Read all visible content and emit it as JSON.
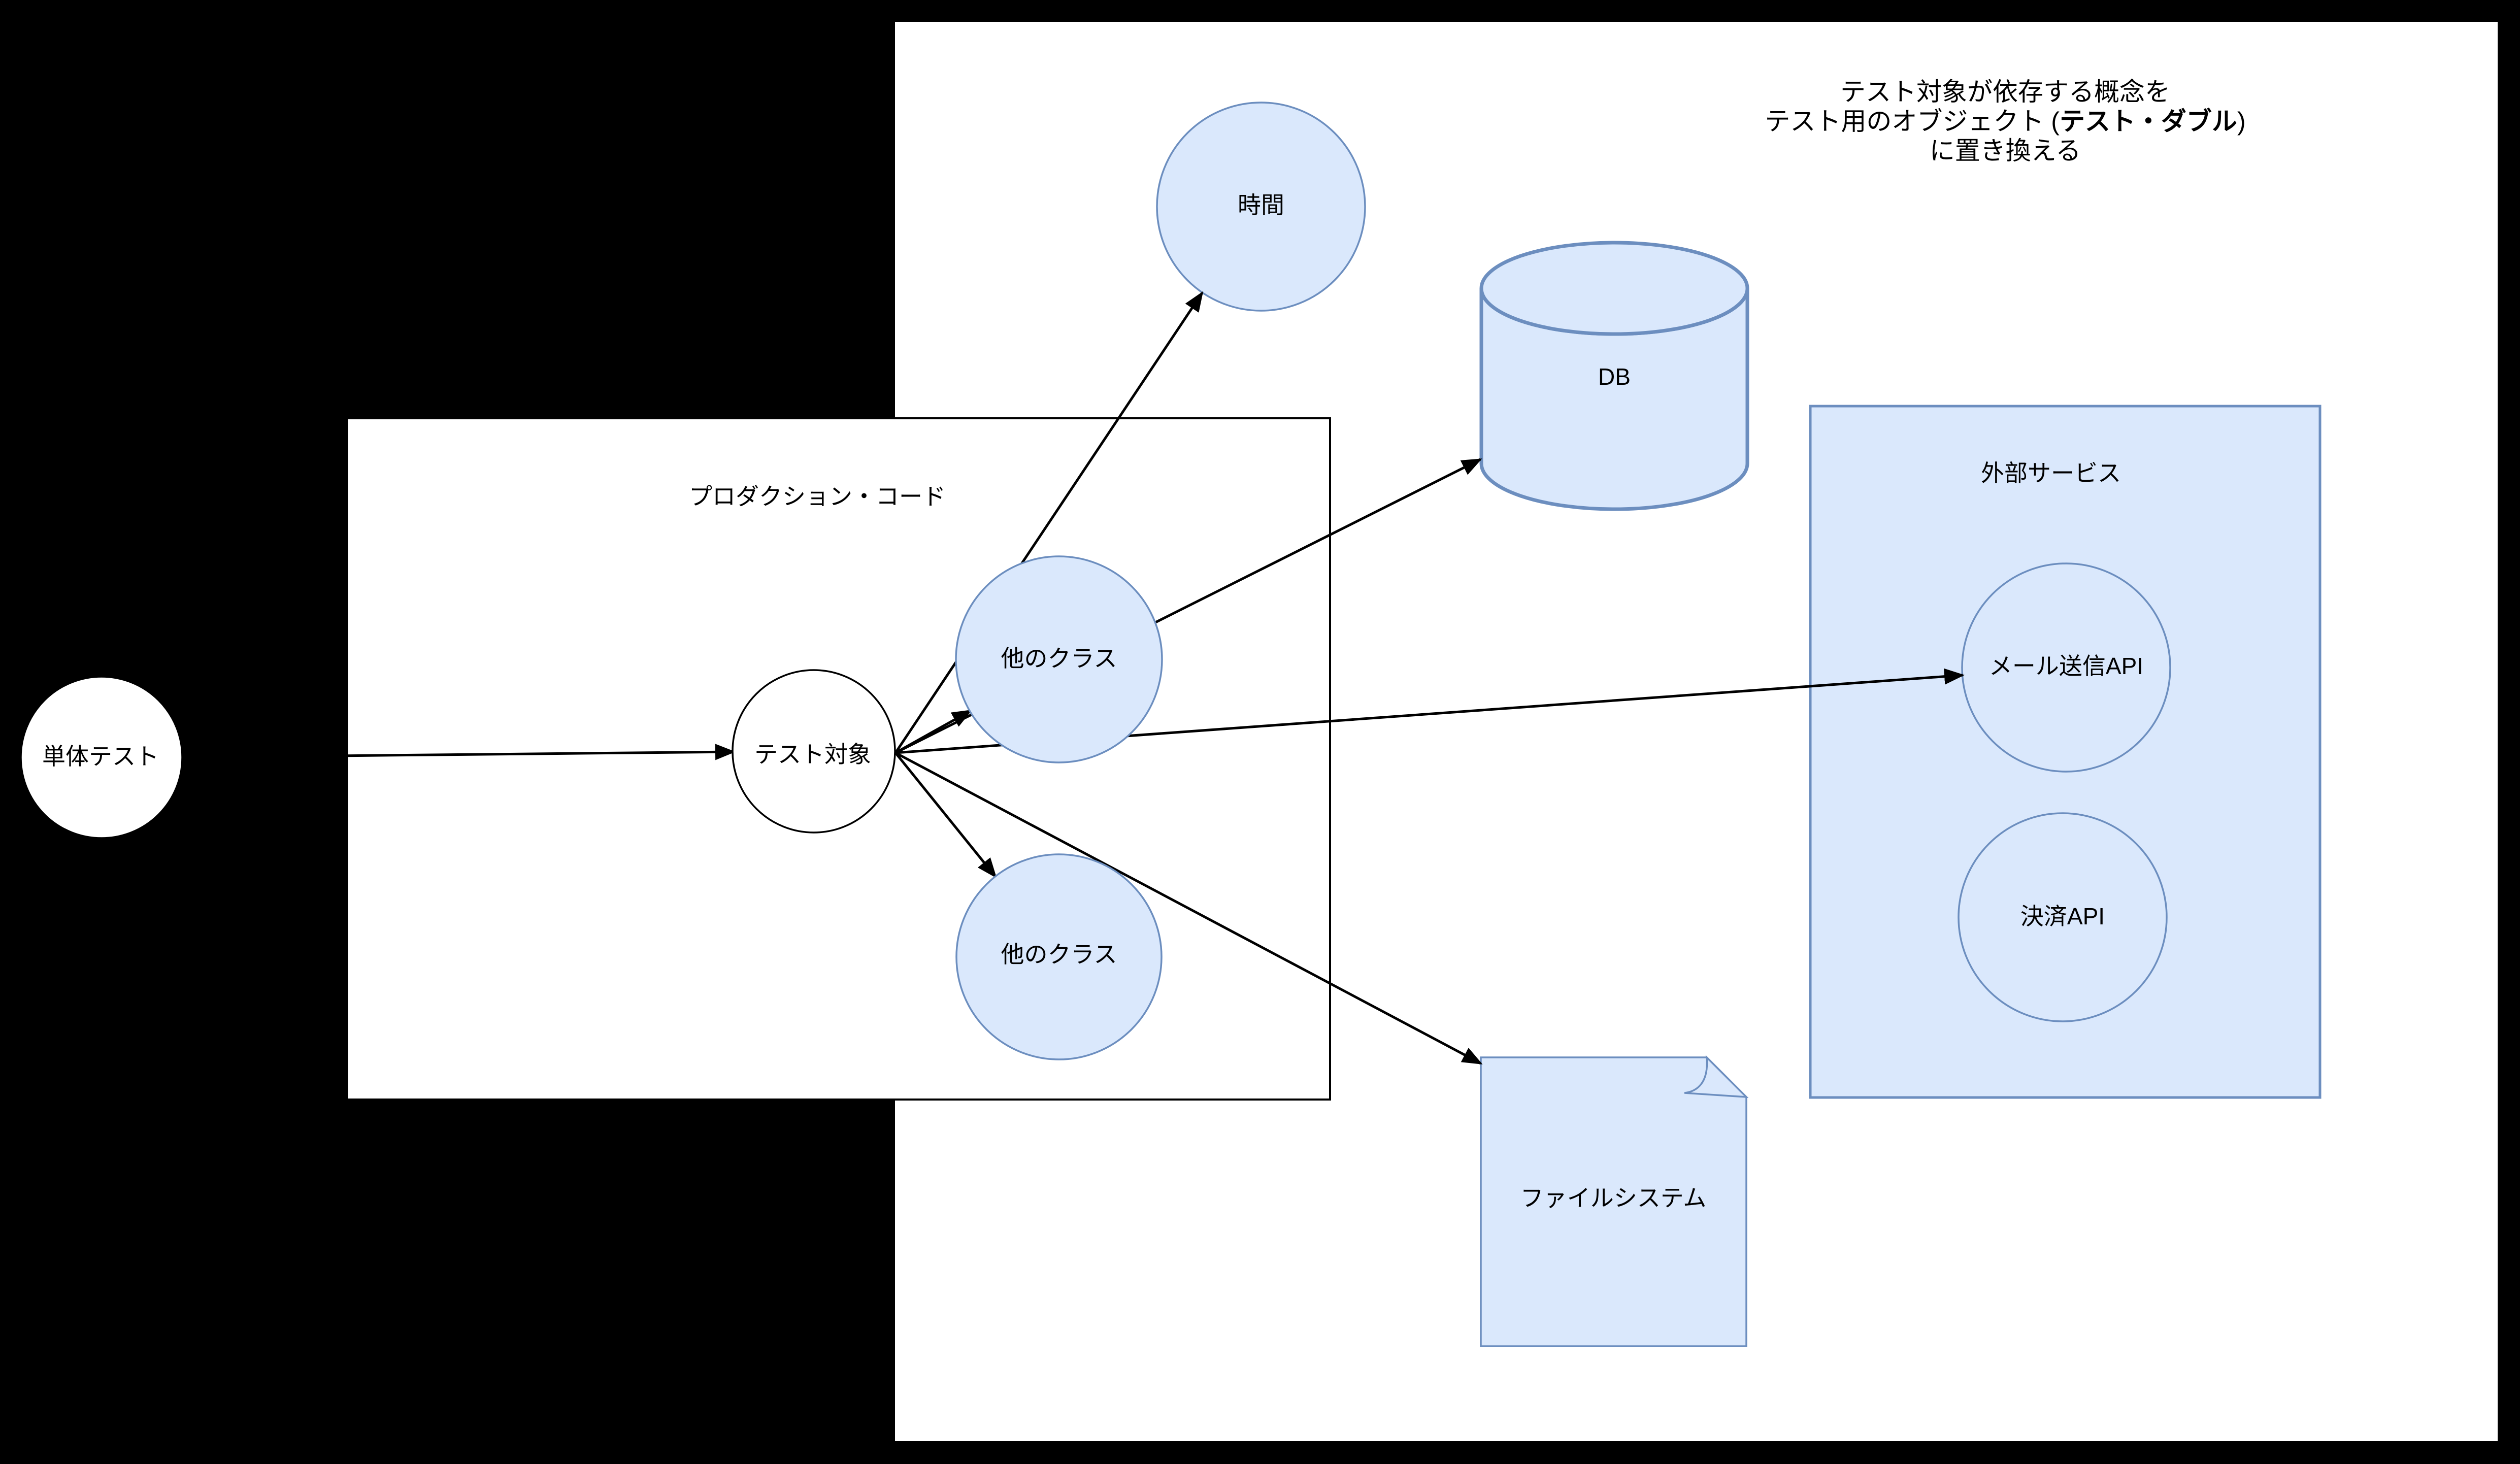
{
  "colors": {
    "canvas_bg": "#000000",
    "page_bg": "#ffffff",
    "node_fill": "#dae8fc",
    "node_stroke": "#6c8ebf",
    "plain_stroke": "#000000",
    "line": "#000000",
    "text": "#000000"
  },
  "title": {
    "line1": "テスト対象が依存する概念を",
    "line2_pre": "テスト用のオブジェクト (",
    "line2_bold": "テスト・ダブル",
    "line2_post": ")",
    "line3": "に置き換える"
  },
  "containers": {
    "production_code": "プロダクション・コード",
    "external_service": "外部サービス"
  },
  "nodes": {
    "unit_test": "単体テスト",
    "test_target": "テスト対象",
    "other_class_top": "他のクラス",
    "other_class_bottom": "他のクラス",
    "time": "時間",
    "db": "DB",
    "file_system": "ファイルシステム",
    "mail_api": "メール送信API",
    "payment_api": "決済API"
  }
}
